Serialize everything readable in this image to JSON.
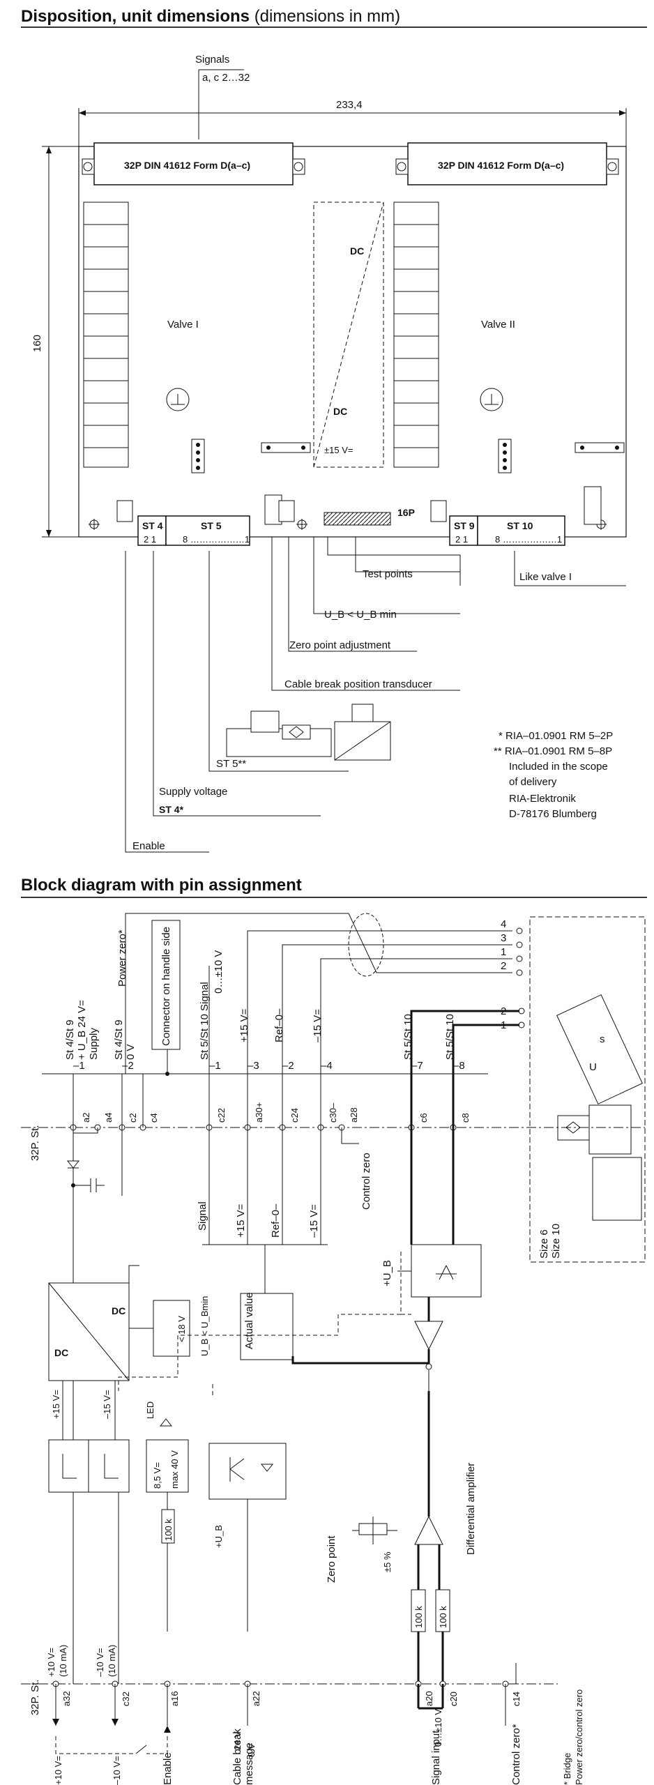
{
  "section1": {
    "title": "Disposition, unit dimensions",
    "subtitle": "(dimensions in mm)"
  },
  "board": {
    "signals_label": "Signals",
    "signals_pins": "a, c 2…32",
    "width_dim": "233,4",
    "height_dim": "160",
    "connector_left": "32P DIN 41612 Form D(a–c)",
    "connector_right": "32P DIN 41612 Form D(a–c)",
    "valve_left": "Valve I",
    "valve_right": "Valve II",
    "dc_top": "DC",
    "dc_bottom": "DC",
    "dc_voltage": "±15 V=",
    "st4": "ST 4",
    "st4_pins": "2  1",
    "st5": "ST 5",
    "st5_pins": "8 ………………1",
    "st9": "ST 9",
    "st9_pins": "2  1",
    "st10": "ST 10",
    "st10_pins": "8 ………………1",
    "connector_16p": "16P"
  },
  "callouts": {
    "test_points": "Test points",
    "like_valve": "Like valve I",
    "ub_min": "U_B < U_B min",
    "zero_point": "Zero point adjustment",
    "cable_break": "Cable break position transducer",
    "st5_label": "ST 5**",
    "supply_voltage": "Supply voltage",
    "st4_label": "ST 4*",
    "enable": "Enable"
  },
  "footnotes": [
    "* RIA–01.0901 RM 5–2P",
    "** RIA–01.0901 RM 5–8P",
    "Included in the scope",
    "of delivery",
    "RIA-Elektronik",
    "D-78176 Blumberg"
  ],
  "section2": {
    "title": "Block diagram with pin assignment"
  },
  "block": {
    "power_zero": "Power zero*",
    "supply_top": "St 4/St 9",
    "supply_mid": "+ U_B 24 V=",
    "supply_bottom": "Supply",
    "zero_v_a": "St 4/St 9",
    "zero_v_b": "0 V",
    "connector_handle": "Connector on handle side",
    "signal_a": "St 5/St 10 Signal",
    "signal_b": "0…±10 V",
    "plus15": "+15 V=",
    "ref0": "Ref–0–",
    "minus15": "–15 V=",
    "st510_a": "St 5/St 10",
    "st510_b": "St 5/St 10",
    "bus_pins": [
      "–1",
      "–2",
      "–1",
      "–3",
      "–2",
      "–4",
      "–7",
      "–8"
    ],
    "pins_top": [
      "a2",
      "a4",
      "c2",
      "c4",
      "c22",
      "a30+",
      "c24",
      "c30–",
      "a28",
      "c6",
      "c8"
    ],
    "row_label_top": "32P. St.",
    "signal_vert": "Signal",
    "plus15_vert": "+15 V=",
    "ref0_vert": "Ref–0–",
    "minus15_vert": "–15 V=",
    "control_zero": "Control zero",
    "ub_plus": "+U_B",
    "dc_a": "DC",
    "dc_b": "DC",
    "v18": "< 18 V",
    "ub_lt": "U_B < U_Bmin",
    "actual_value": "Actual value",
    "plus15_out": "+15 V=",
    "minus15_out": "–15 V=",
    "led": "LED",
    "led_v1": "8,5 V=",
    "led_v2": "max 40 V",
    "r100k": "100 k",
    "ub_plus2": "+U_B",
    "zero_point": "Zero point",
    "pct5": "±5 %",
    "diff_amp": "Differential amplifier",
    "size6": "Size 6",
    "size10": "Size 10",
    "r100k_a": "100 k",
    "r100k_b": "100 k",
    "out_plus10": "+10 V=",
    "out_plus10_ma": "(10 mA)",
    "out_minus10": "–10 V=",
    "out_minus10_ma": "(10 mA)",
    "row_label_bottom": "32P. St.",
    "pins_bottom": [
      "a32",
      "c32",
      "a16",
      "a22",
      "a20",
      "c20",
      "c14"
    ],
    "bottom_plus10": "+10 V=",
    "bottom_minus10": "–10 V=",
    "enable": "Enable",
    "cable_break_24v": "24 V",
    "cable_break_0v": "0 V",
    "cable_break_a": "Cable break",
    "cable_break_b": "message",
    "input_range": "0…±10 V",
    "signal_input": "Signal input",
    "control_zero_bottom": "Control zero*",
    "bridge_a": "* Bridge",
    "bridge_b": "Power zero/control zero",
    "harness_pins": [
      "4",
      "3",
      "1",
      "2",
      "2",
      "1"
    ],
    "transducer_s": "s",
    "transducer_u": "U"
  }
}
